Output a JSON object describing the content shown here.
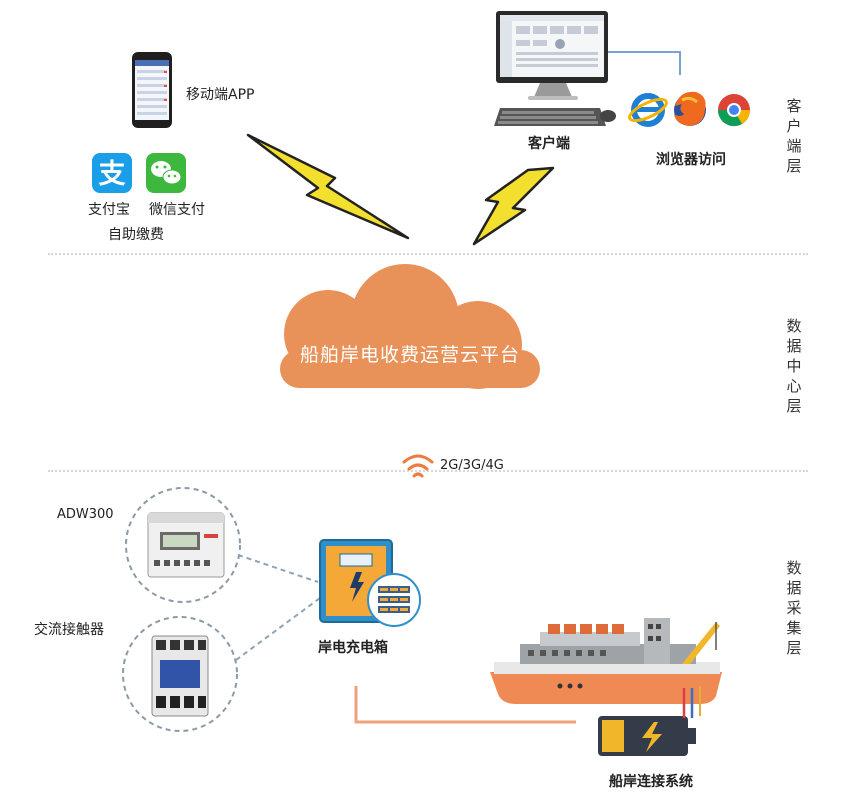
{
  "client_layer": {
    "mobile_app_label": "移动端APP",
    "alipay_label": "支付宝",
    "wechat_pay_label": "微信支付",
    "self_payment_label": "自助缴费",
    "pc_client_label": "客户端",
    "browser_access_label": "浏览器访问",
    "layer_label": "客户端层"
  },
  "data_center": {
    "cloud_label": "船舶岸电收费运营云平台",
    "network_label": "2G/3G/4G",
    "layer_label": "数据中心层"
  },
  "collection_layer": {
    "meter_label": "ADW300",
    "contactor_label": "交流接触器",
    "charger_box_label": "岸电充电箱",
    "ship_connection_label": "船岸连接系统",
    "layer_label": "数据采集层"
  },
  "colors": {
    "cloud": "#e8925a",
    "accent_orange": "#ef7a3e",
    "box_blue": "#3a8fc5",
    "ship_hull": "#ef8a55",
    "lightning_fill": "#f3df2e"
  },
  "icons": [
    "phone-icon",
    "alipay-icon",
    "wechat-icon",
    "computer-icon",
    "ie-icon",
    "firefox-icon",
    "chrome-icon",
    "wifi-icon",
    "meter-icon",
    "contactor-icon",
    "charger-box-icon",
    "ship-icon",
    "battery-icon"
  ]
}
